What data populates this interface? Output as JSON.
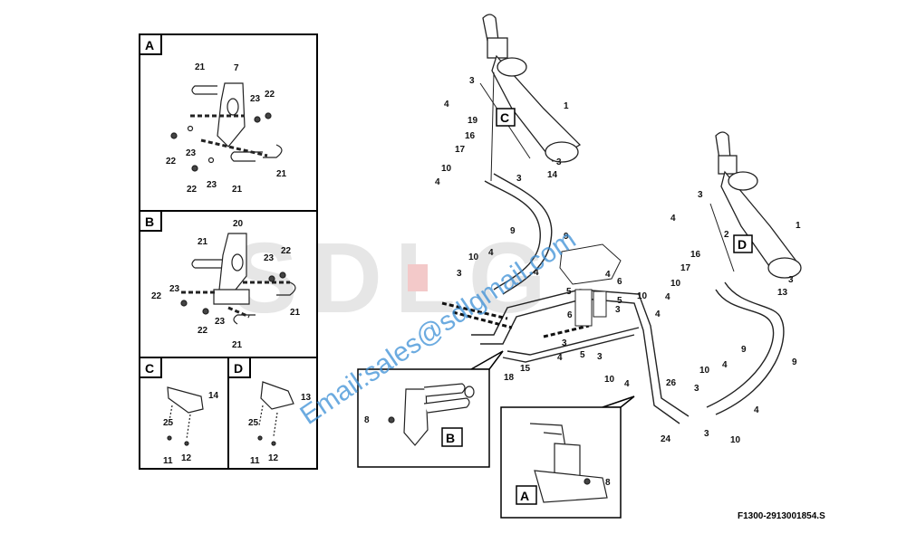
{
  "watermark": {
    "email": "Email:sales@sdlgmail.com",
    "brand_text": "SDLG",
    "color": "#3b8fd6"
  },
  "drawing_number": "F1300-2913001854.S",
  "detail_boxes": {
    "a": "A",
    "b": "B",
    "c": "C",
    "d": "D"
  },
  "inline_labels": {
    "c": "C",
    "d": "D",
    "b_detail": "B",
    "a_detail": "A"
  },
  "callouts": {
    "a1": "21",
    "a2": "7",
    "a3": "23",
    "a4": "22",
    "a5": "23",
    "a6": "22",
    "a7": "23",
    "a8": "22",
    "a9": "23",
    "a10": "21",
    "a11": "21",
    "b1": "20",
    "b2": "21",
    "b3": "22",
    "b4": "23",
    "b5": "22",
    "b6": "23",
    "b7": "23",
    "b8": "22",
    "b9": "21",
    "b10": "21",
    "c1": "14",
    "c2": "25",
    "c3": "11",
    "c4": "12",
    "d1": "13",
    "d2": "25",
    "d3": "11",
    "d4": "12",
    "m1": "3",
    "m2": "4",
    "m3": "19",
    "m4": "1",
    "m5": "16",
    "m6": "17",
    "m7": "3",
    "m8": "3",
    "m9": "14",
    "m10": "10",
    "m11": "4",
    "m12": "9",
    "m13": "9",
    "m14": "10",
    "m15": "4",
    "m16": "3",
    "m17": "4",
    "m18": "5",
    "m19": "6",
    "m20": "4",
    "m21": "6",
    "m22": "3",
    "m23": "5",
    "m24": "3",
    "m25": "10",
    "m26": "4",
    "m27": "18",
    "m28": "15",
    "m29": "5",
    "m30": "4",
    "m31": "3",
    "m32": "10",
    "m33": "4",
    "m34": "26",
    "m35": "24",
    "r1": "3",
    "r2": "4",
    "r3": "1",
    "r4": "2",
    "r5": "16",
    "r6": "17",
    "r7": "10",
    "r8": "4",
    "r9": "3",
    "r10": "13",
    "r11": "9",
    "r12": "9",
    "r13": "4",
    "r14": "10",
    "r15": "3",
    "r16": "3",
    "r17": "4",
    "r18": "10",
    "b_d1": "8",
    "a_d1": "8"
  }
}
